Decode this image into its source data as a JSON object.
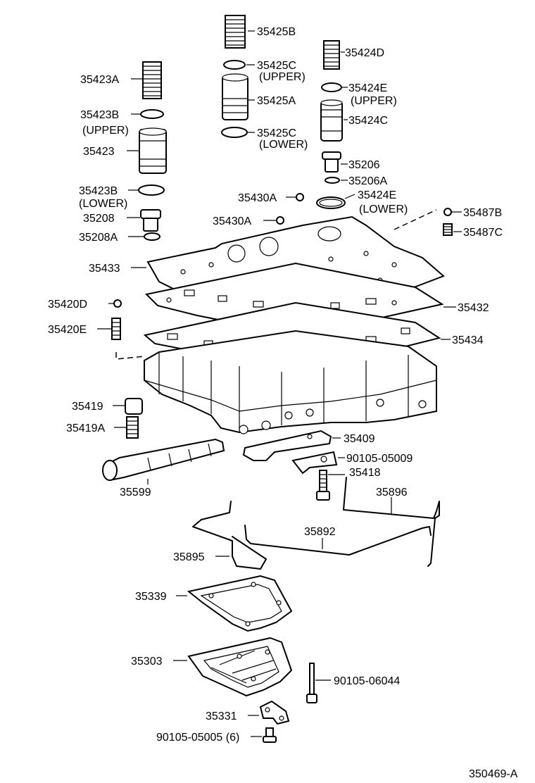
{
  "diagram": {
    "drawing_number": "350469-A",
    "labels": [
      {
        "id": "35425B",
        "text": "35425B"
      },
      {
        "id": "35424D",
        "text": "35424D"
      },
      {
        "id": "35425C_upper",
        "text": "35425C",
        "note": "(UPPER)"
      },
      {
        "id": "35423A",
        "text": "35423A"
      },
      {
        "id": "35424E_upper",
        "text": "35424E",
        "note": "(UPPER)"
      },
      {
        "id": "35425A",
        "text": "35425A"
      },
      {
        "id": "35423B_upper",
        "text": "35423B",
        "note": "(UPPER)"
      },
      {
        "id": "35424C",
        "text": "35424C"
      },
      {
        "id": "35425C_lower",
        "text": "35425C",
        "note": "(LOWER)"
      },
      {
        "id": "35423",
        "text": "35423"
      },
      {
        "id": "35206",
        "text": "35206"
      },
      {
        "id": "35206A",
        "text": "35206A"
      },
      {
        "id": "35423B_lower",
        "text": "35423B",
        "note": "(LOWER)"
      },
      {
        "id": "35430A_1",
        "text": "35430A"
      },
      {
        "id": "35424E_lower",
        "text": "35424E",
        "note": "(LOWER)"
      },
      {
        "id": "35208",
        "text": "35208"
      },
      {
        "id": "35430A_2",
        "text": "35430A"
      },
      {
        "id": "35487B",
        "text": "35487B"
      },
      {
        "id": "35208A",
        "text": "35208A"
      },
      {
        "id": "35487C",
        "text": "35487C"
      },
      {
        "id": "35433",
        "text": "35433"
      },
      {
        "id": "35420D",
        "text": "35420D"
      },
      {
        "id": "35432",
        "text": "35432"
      },
      {
        "id": "35420E",
        "text": "35420E"
      },
      {
        "id": "35434",
        "text": "35434"
      },
      {
        "id": "35419",
        "text": "35419"
      },
      {
        "id": "35419A",
        "text": "35419A"
      },
      {
        "id": "35409",
        "text": "35409"
      },
      {
        "id": "35599",
        "text": "35599"
      },
      {
        "id": "90105-05009",
        "text": "90105-05009"
      },
      {
        "id": "35418",
        "text": "35418"
      },
      {
        "id": "35896",
        "text": "35896"
      },
      {
        "id": "35892",
        "text": "35892"
      },
      {
        "id": "35895",
        "text": "35895"
      },
      {
        "id": "35339",
        "text": "35339"
      },
      {
        "id": "35303",
        "text": "35303"
      },
      {
        "id": "90105-06044",
        "text": "90105-06044"
      },
      {
        "id": "35331",
        "text": "35331"
      },
      {
        "id": "90105-05005",
        "text": "90105-05005 (6)"
      }
    ]
  }
}
